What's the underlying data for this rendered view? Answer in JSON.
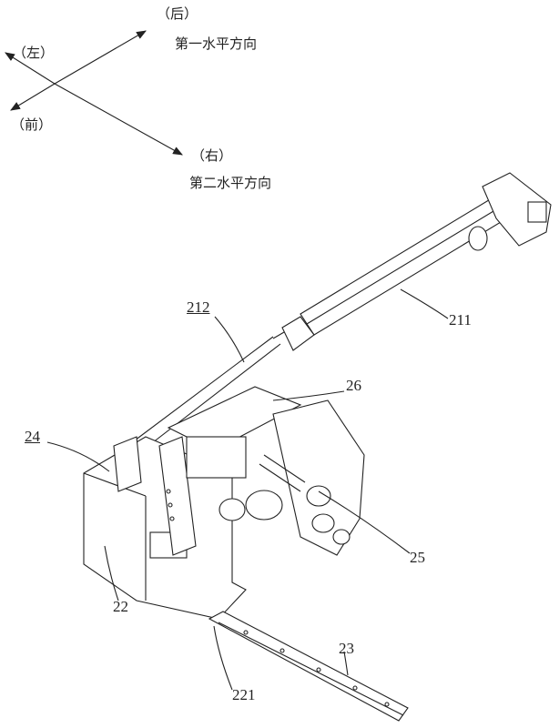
{
  "directions": {
    "back": "（后）",
    "first_direction": "第一水平方向",
    "left": "（左）",
    "front": "（前）",
    "right": "（右）",
    "second_direction": "第二水平方向"
  },
  "labels": {
    "actuator": "211",
    "arm": "212",
    "plate": "26",
    "clamp": "24",
    "motor_assembly": "25",
    "base": "22",
    "rail": "23",
    "slider": "221"
  }
}
